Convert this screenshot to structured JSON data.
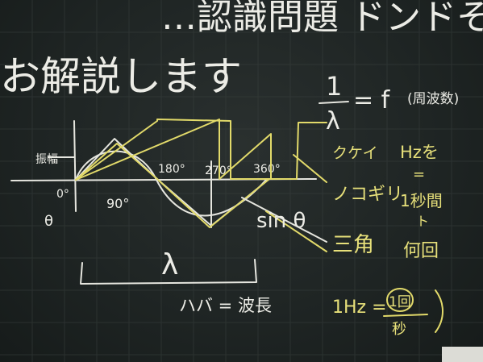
{
  "board": {
    "title_line1": "…認識問題 ドンドそ",
    "title_line2": "お解説します",
    "formula_fraction_numerator": "1",
    "formula_fraction_denominator": "λ",
    "formula_rhs": "= f",
    "frequency_label": "(周波数)",
    "graph": {
      "amplitude_label": "振幅",
      "theta_label": "θ",
      "ticks": [
        "0°",
        "90°",
        "180°",
        "270°",
        "360°"
      ],
      "wavelength_symbol": "λ",
      "wavelength_caption": "ハバ = 波長",
      "sine_label": "sin θ"
    },
    "waveforms": [
      "クケイ",
      "ノコギリ",
      "三角"
    ],
    "hz_note": {
      "line1": "Hzを",
      "line2": "1秒間",
      "line3": "ト",
      "line4": "何回"
    },
    "definition": {
      "lhs": "1Hz =",
      "numerator": "1回",
      "denominator": "秒"
    },
    "colors": {
      "chalk_white": "#e6e6df",
      "chalk_yellow": "#e2da6a",
      "board": "#1f2524"
    }
  }
}
